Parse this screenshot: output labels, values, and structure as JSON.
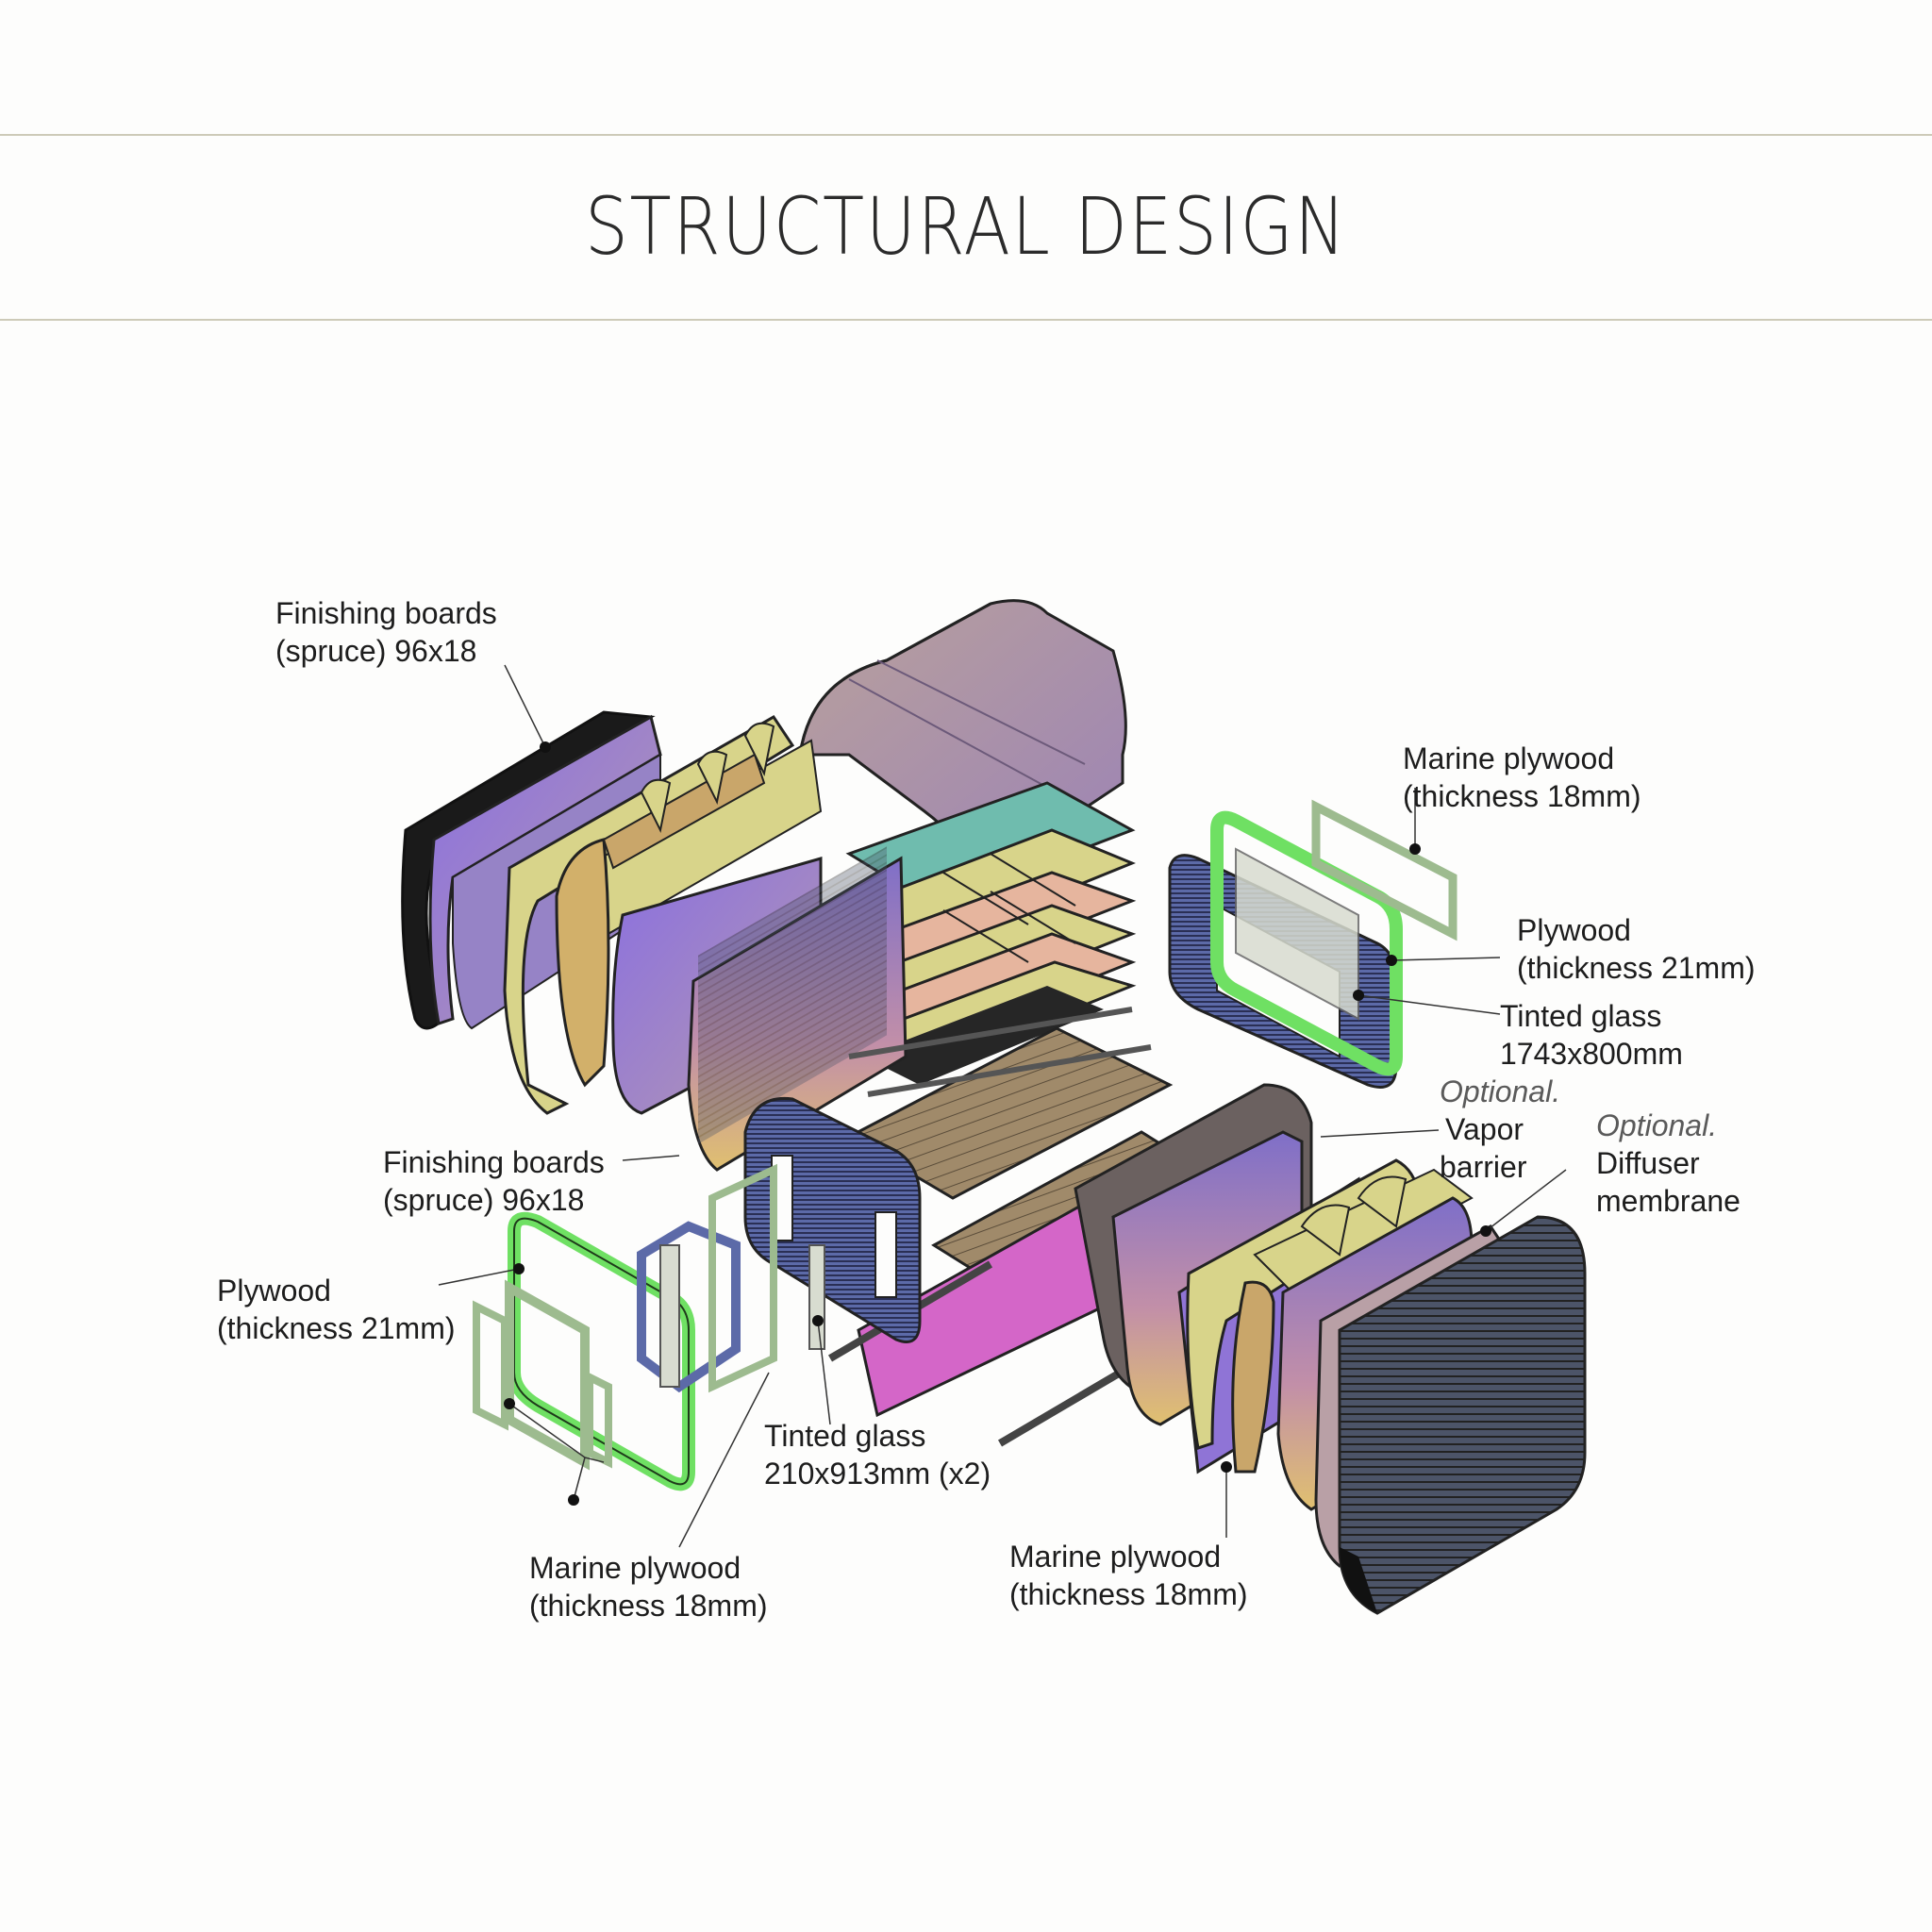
{
  "page": {
    "title": "STRUCTURAL DESIGN"
  },
  "labels": {
    "finishing_top_1": "Finishing boards",
    "finishing_top_2": "(spruce) 96x18",
    "marine_top_right_1": "Marine plywood",
    "marine_top_right_2": "(thickness 18mm)",
    "plywood_right_1": "Plywood",
    "plywood_right_2": "(thickness 21mm)",
    "tinted_large_1": "Tinted glass",
    "tinted_large_2": "1743x800mm",
    "vapor_opt": "Optional.",
    "vapor_1": "Vapor",
    "vapor_2": "barrier",
    "diffuser_opt": "Optional.",
    "diffuser_1": "Diffuser",
    "diffuser_2": "membrane",
    "finishing_mid_1": "Finishing boards",
    "finishing_mid_2": "(spruce) 96x18",
    "plywood_left_1": "Plywood",
    "plywood_left_2": "(thickness 21mm)",
    "tinted_small_1": "Tinted glass",
    "tinted_small_2": "210x913mm (x2)",
    "marine_bottom_left_1": "Marine plywood",
    "marine_bottom_left_2": "(thickness 18mm)",
    "marine_bottom_right_1": "Marine plywood",
    "marine_bottom_right_2": "(thickness 18mm)"
  },
  "colors": {
    "rule": "#cdcab8",
    "plywood_green": "#6fe063",
    "marine_frame": "#9dbb8f",
    "panel_purple": "#8f74d6",
    "panel_mauve": "#b9a0a6",
    "tile_yellow": "#d8d48a",
    "board_blue": "#5c6aa8",
    "glass": "#d8dcd0",
    "insulation_teal": "#6fbcae",
    "floor_pink": "#d466c8"
  }
}
